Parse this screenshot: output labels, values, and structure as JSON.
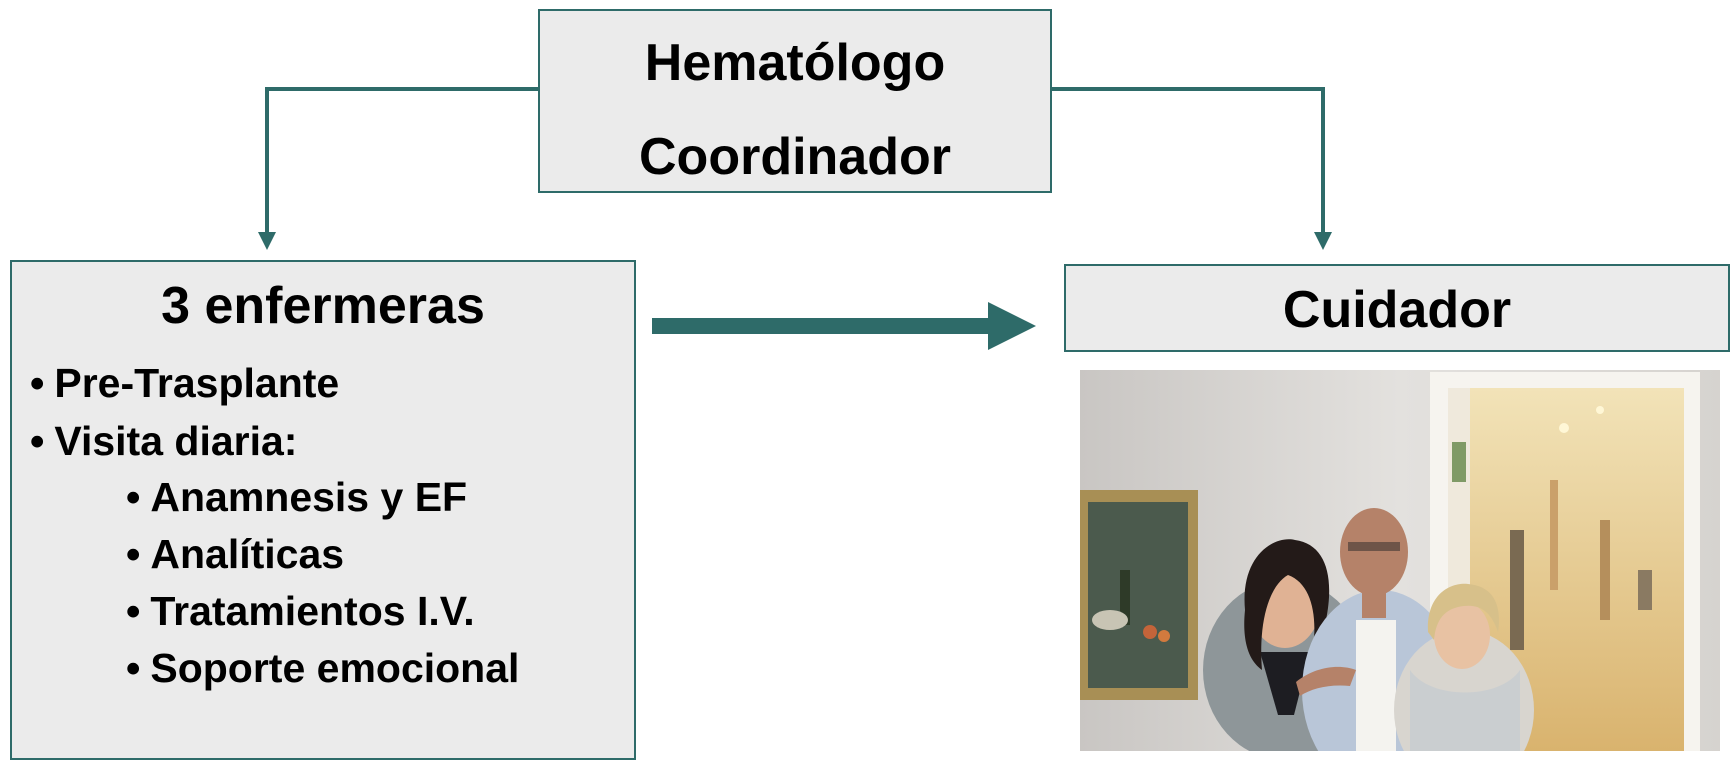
{
  "coordinator": {
    "line1": "Hematólogo",
    "line2": "Coordinador"
  },
  "nurses": {
    "title": "3 enfermeras",
    "items": [
      {
        "bullet": "•",
        "label": "Pre-Trasplante",
        "level": 1
      },
      {
        "bullet": "•",
        "label": "Visita diaria:",
        "level": 1
      },
      {
        "bullet": "•",
        "label": "Anamnesis y EF",
        "level": 2
      },
      {
        "bullet": "•",
        "label": "Analíticas",
        "level": 2
      },
      {
        "bullet": "•",
        "label": "Tratamientos I.V.",
        "level": 2
      },
      {
        "bullet": "•",
        "label": "Soporte emocional",
        "level": 2
      }
    ]
  },
  "caregiver": {
    "title": "Cuidador"
  },
  "colors": {
    "connector": "#2e6b69",
    "box_fill": "#ebebeb"
  }
}
